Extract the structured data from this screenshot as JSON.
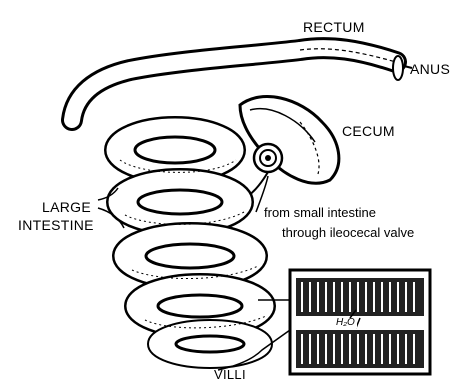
{
  "labels": {
    "rectum": "RECTUM",
    "anus": "ANUS",
    "cecum": "CECUM",
    "large_intestine_1": "LARGE",
    "large_intestine_2": "INTESTINE",
    "from_small_1": "from small intestine",
    "from_small_2": "through ileocecal valve",
    "villi": "VILLI",
    "h2o": "H₂O"
  },
  "colors": {
    "ink": "#000000",
    "paper": "#ffffff"
  }
}
